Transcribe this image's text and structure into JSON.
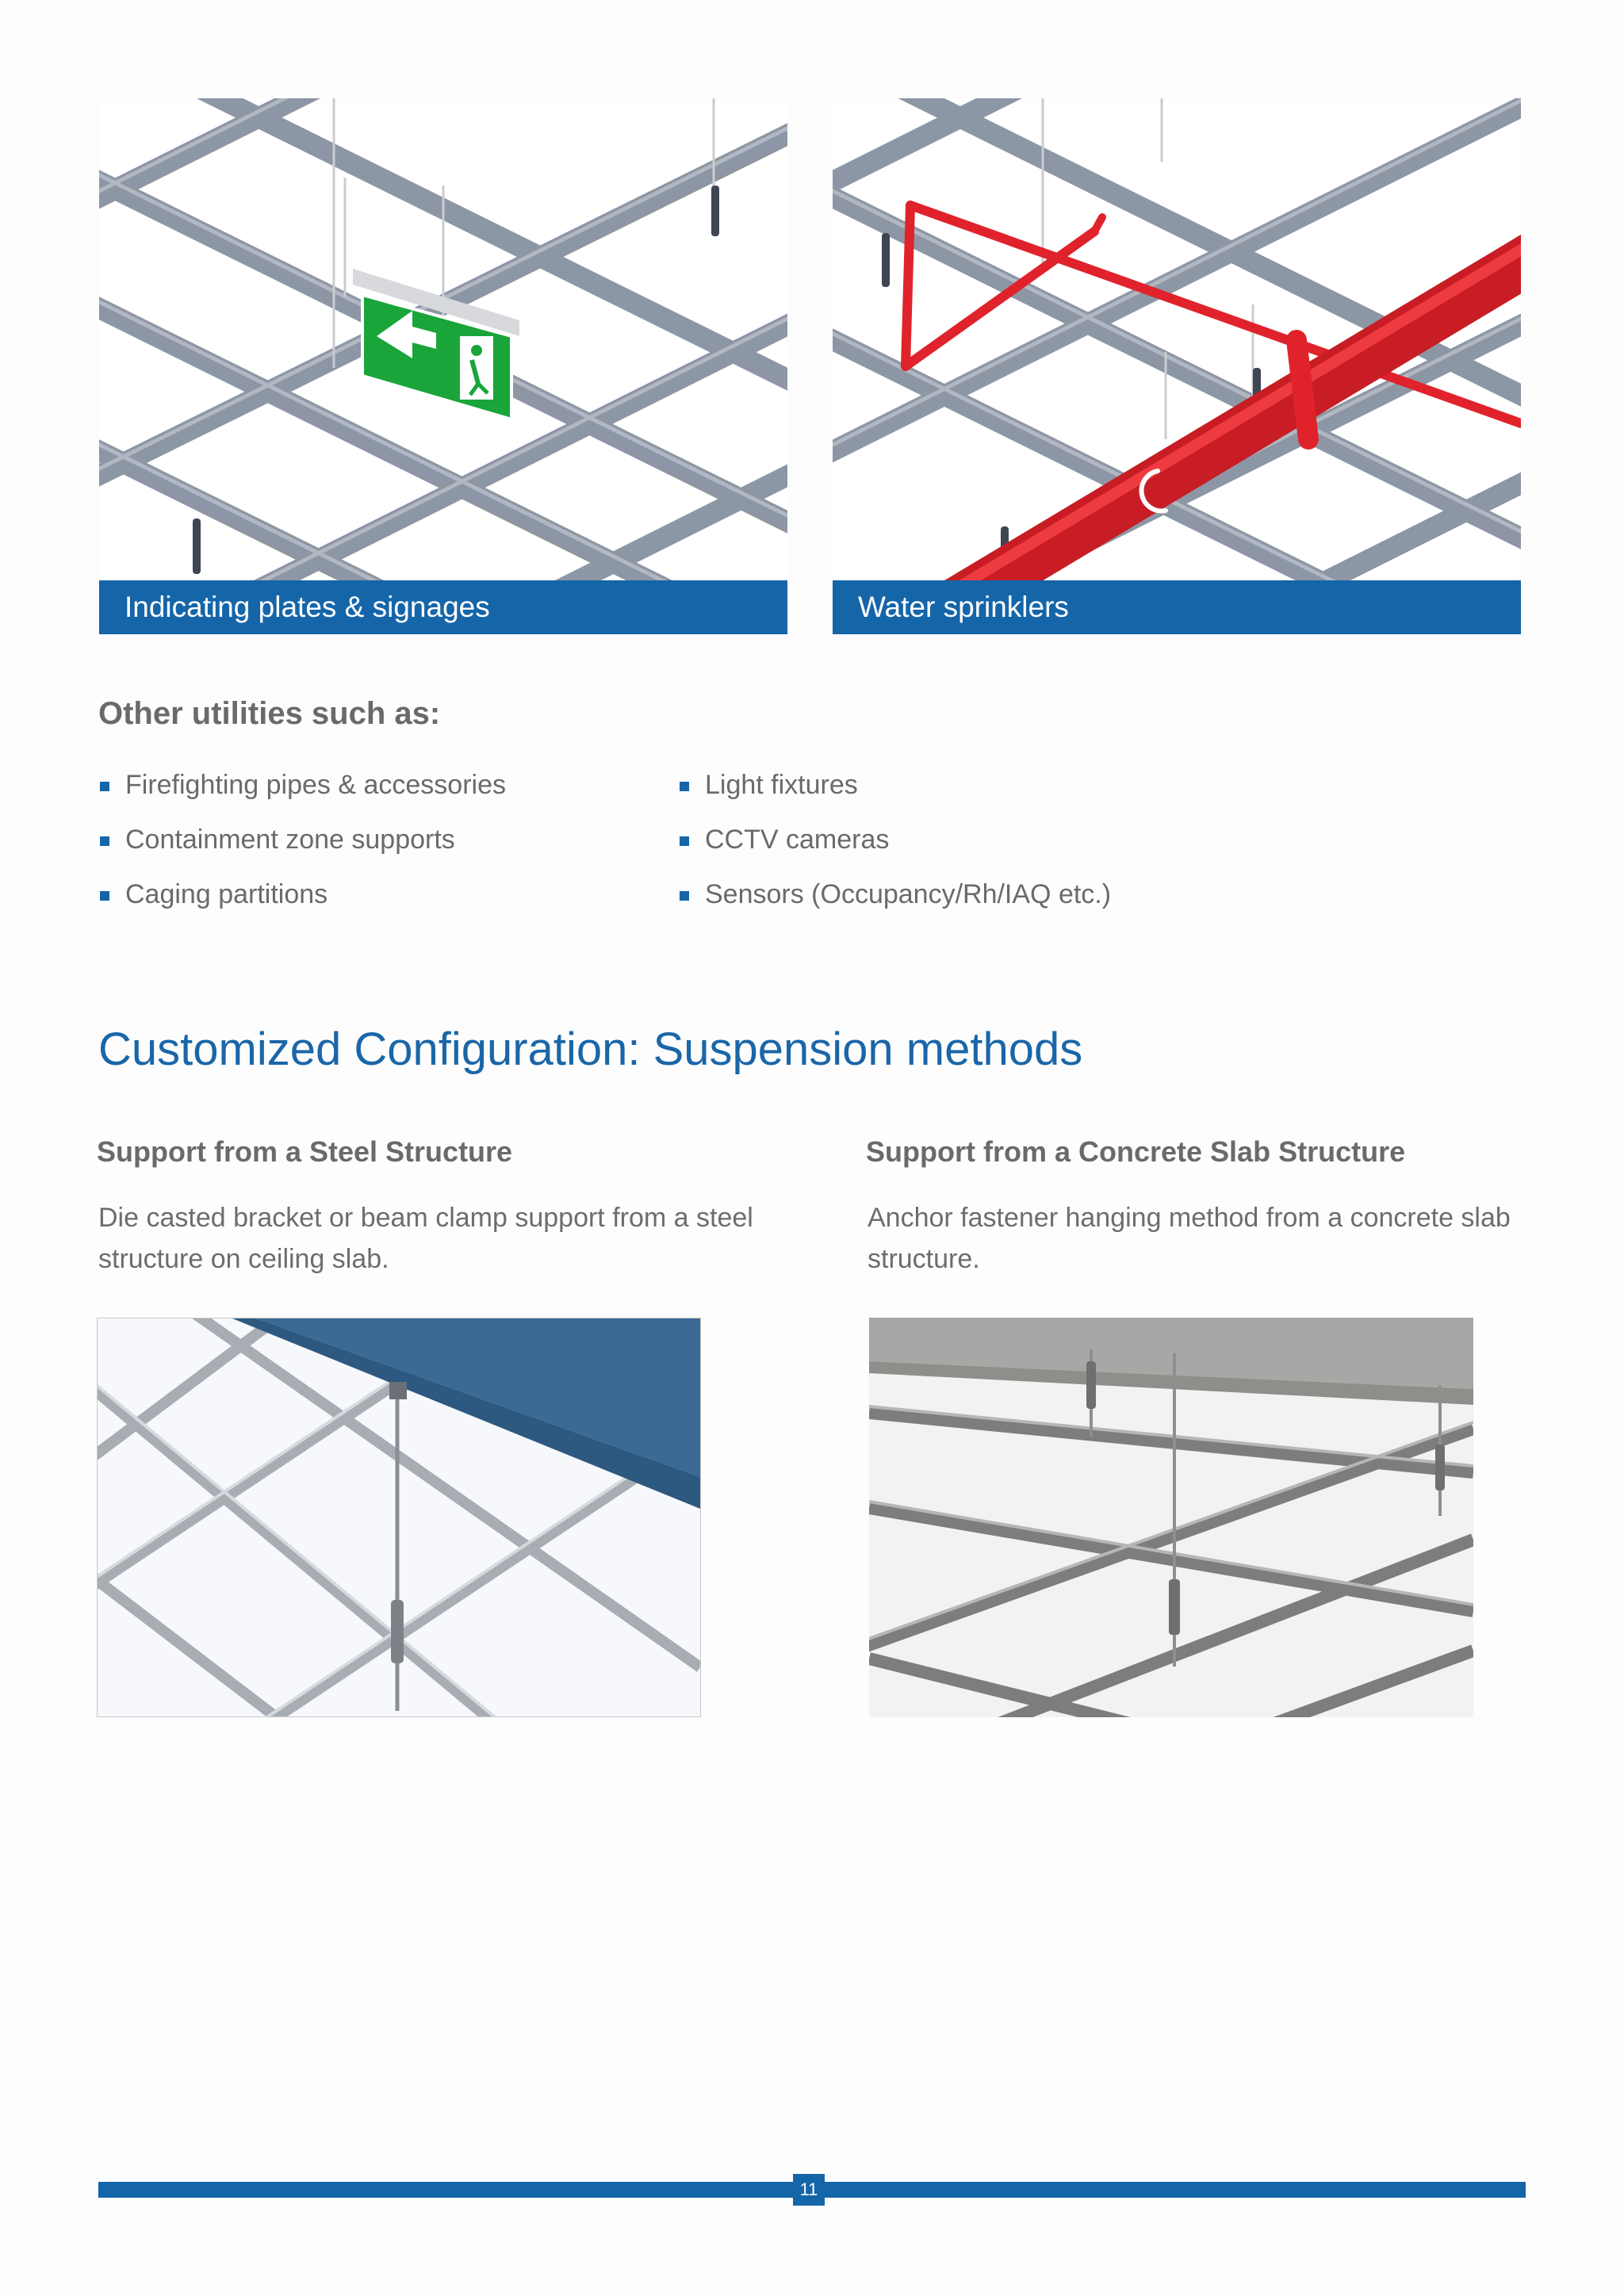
{
  "panels": [
    {
      "caption": "Indicating plates & signages"
    },
    {
      "caption": "Water sprinklers"
    }
  ],
  "utilities": {
    "heading": "Other utilities such as:",
    "left_items": [
      "Firefighting pipes & accessories",
      "Containment zone supports",
      "Caging partitions"
    ],
    "right_items": [
      "Light fixtures",
      "CCTV cameras",
      "Sensors (Occupancy/Rh/IAQ etc.)"
    ]
  },
  "suspension": {
    "title": "Customized Configuration: Suspension methods",
    "steel": {
      "heading": "Support from a Steel Structure",
      "description": "Die casted bracket or beam clamp support from a steel structure on ceiling slab."
    },
    "concrete": {
      "heading": "Support from a Concrete Slab  Structure",
      "description": "Anchor fastener hanging method from a concrete slab structure."
    }
  },
  "footer": {
    "page_number": "11"
  },
  "colors": {
    "brand_blue": "#1565a9",
    "title_blue": "#1a66a8",
    "sign_green": "#19a53a",
    "sprinkler_red": "#e0232b",
    "beam_blue": "#3a6a95",
    "grid_grey": "#8d96a4"
  }
}
